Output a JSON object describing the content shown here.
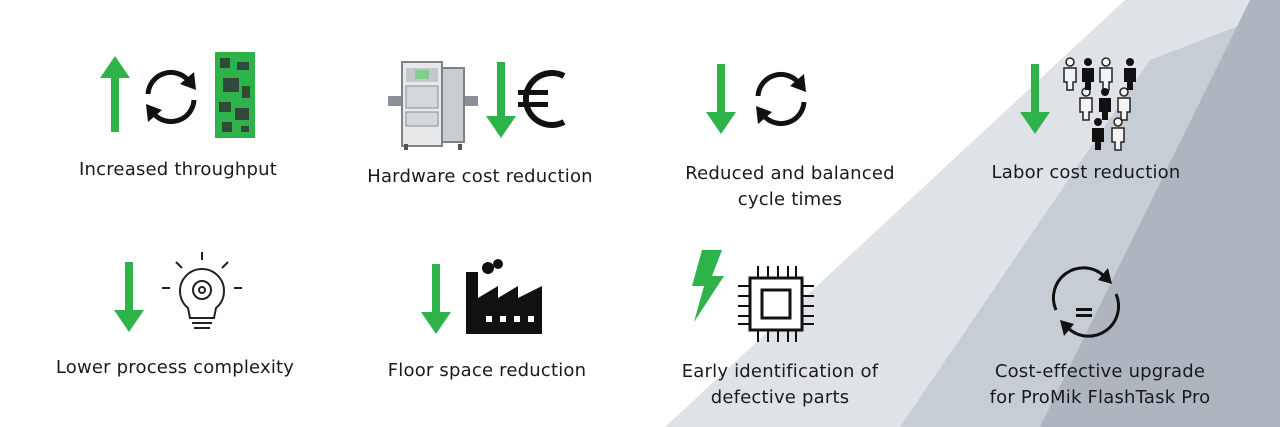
{
  "colors": {
    "accent": "#2db34a",
    "text": "#1a1a1a",
    "bg_light": "#dfe3e8",
    "bg_mid": "#b9c0c8",
    "bg_dark": "#a3abb5"
  },
  "benefits": [
    {
      "label": "Increased throughput",
      "icons": [
        "up-arrow-icon",
        "cycle-icon",
        "circuit-board-icon"
      ]
    },
    {
      "label": "Hardware cost reduction",
      "icons": [
        "machine-icon",
        "down-arrow-icon",
        "euro-icon"
      ]
    },
    {
      "line1": "Reduced and balanced",
      "line2": "cycle times",
      "icons": [
        "down-arrow-icon",
        "cycle-icon"
      ]
    },
    {
      "label": "Labor cost reduction",
      "icons": [
        "down-arrow-icon",
        "workers-icon"
      ]
    },
    {
      "label": "Lower process complexity",
      "icons": [
        "down-arrow-icon",
        "lightbulb-gear-icon"
      ]
    },
    {
      "label": "Floor space reduction",
      "icons": [
        "down-arrow-icon",
        "factory-icon"
      ]
    },
    {
      "line1": "Early identification of",
      "line2": "defective parts",
      "icons": [
        "lightning-icon",
        "chip-icon"
      ]
    },
    {
      "line1": "Cost-effective upgrade",
      "line2": "for ProMik FlashTask Pro",
      "icons": [
        "upgrade-cycle-icon"
      ]
    }
  ]
}
